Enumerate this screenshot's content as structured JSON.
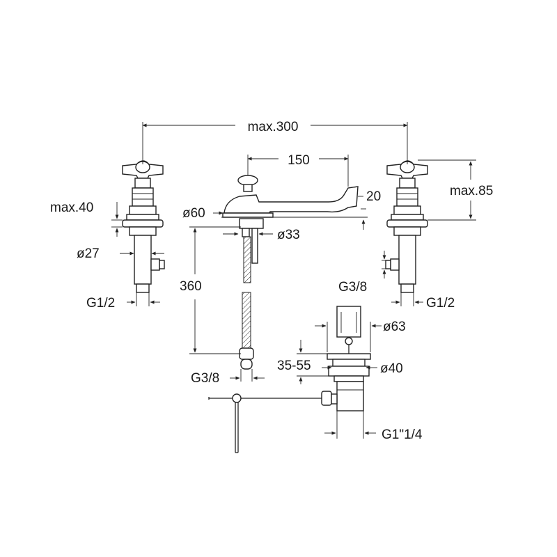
{
  "labels": {
    "overall_width": "max.300",
    "spout_spacing": "150",
    "spout_drop": "20",
    "handle_height_right": "max.85",
    "handle_height_left": "max.40",
    "base_diameter": "ø60",
    "shank_diameter": "ø33",
    "valve_diameter": "ø27",
    "hose_length": "360",
    "thread_left": "G1/2",
    "thread_right": "G1/2",
    "thread_outlet_right": "G3/8",
    "thread_hose": "G3/8",
    "waste_diameter_top": "ø63",
    "waste_diameter_bottom": "ø40",
    "waste_range": "35-55",
    "waste_thread": "G1\"1/4"
  },
  "colors": {
    "line": "#222222",
    "background": "#ffffff"
  }
}
